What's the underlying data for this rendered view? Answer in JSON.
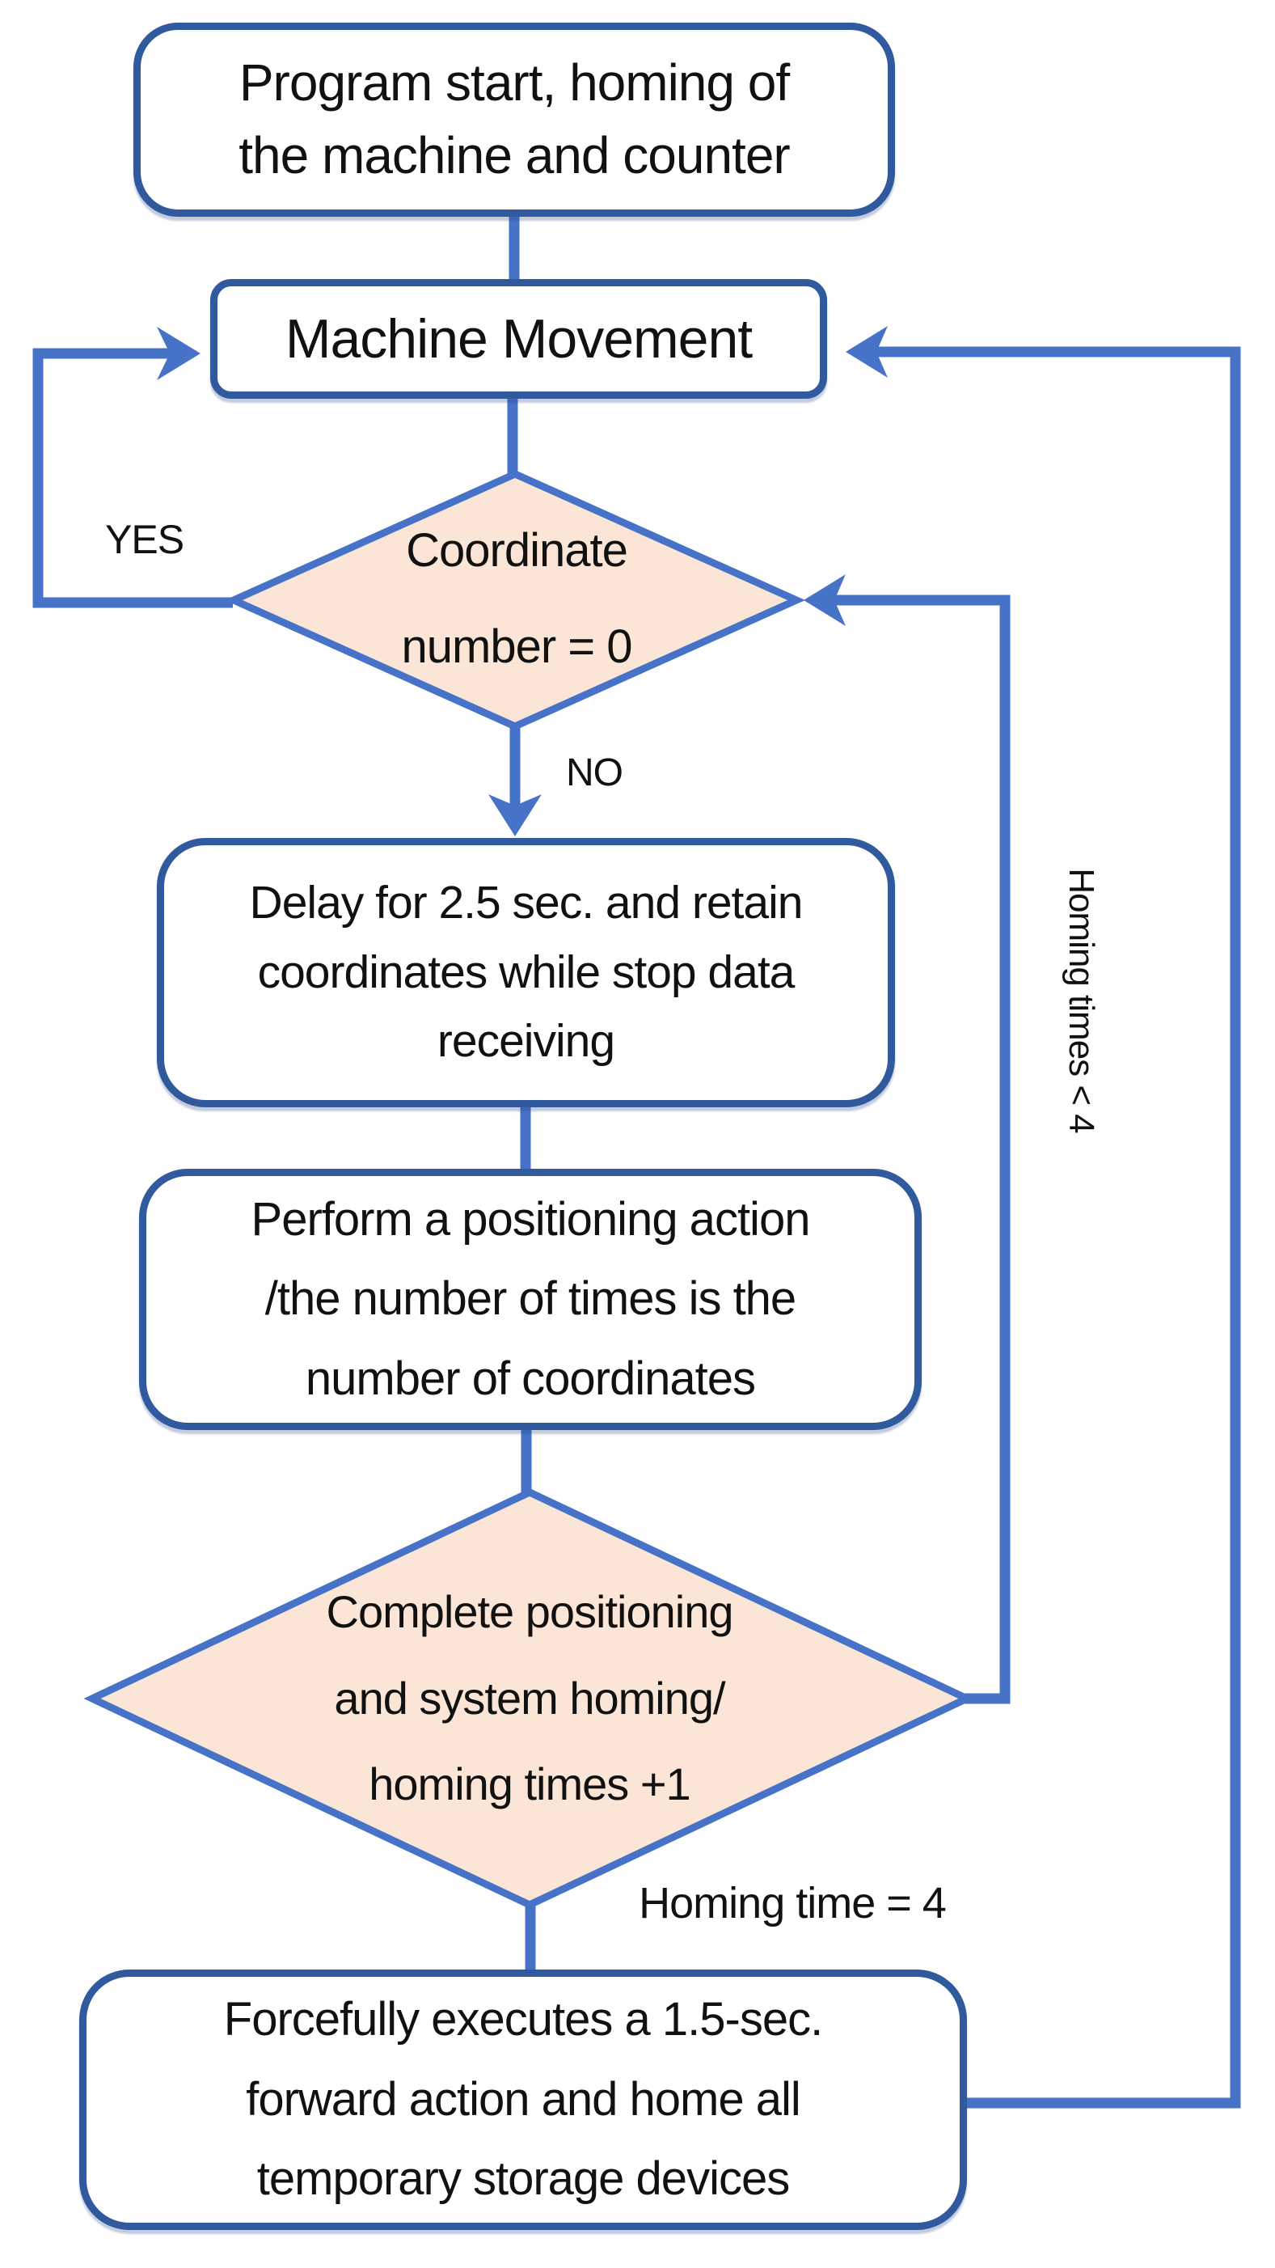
{
  "flowchart": {
    "nodes": {
      "start": "Program start, homing of\nthe machine and counter",
      "machine_movement": "Machine Movement",
      "coordinate_check": "Coordinate\nnumber = 0",
      "delay": "Delay for 2.5 sec. and retain\ncoordinates while stop data\nreceiving",
      "positioning": "Perform a positioning action\n/the number of times is the\nnumber of coordinates",
      "homing_check": "Complete positioning\nand system homing/\nhoming times +1",
      "force_home": "Forcefully executes a 1.5-sec.\nforward action and home all\ntemporary storage devices"
    },
    "edge_labels": {
      "yes": "YES",
      "no": "NO",
      "homing_equals_4": "Homing time = 4",
      "homing_less_than_4": "Homing times < 4"
    },
    "colors": {
      "connector_blue": "#4673C8",
      "process_border_blue": "#30599E",
      "decision_fill_peach": "#FBE5D6",
      "decision_border_blue": "#4673C8",
      "text_black": "#111111",
      "background_white": "#FFFFFF"
    }
  }
}
